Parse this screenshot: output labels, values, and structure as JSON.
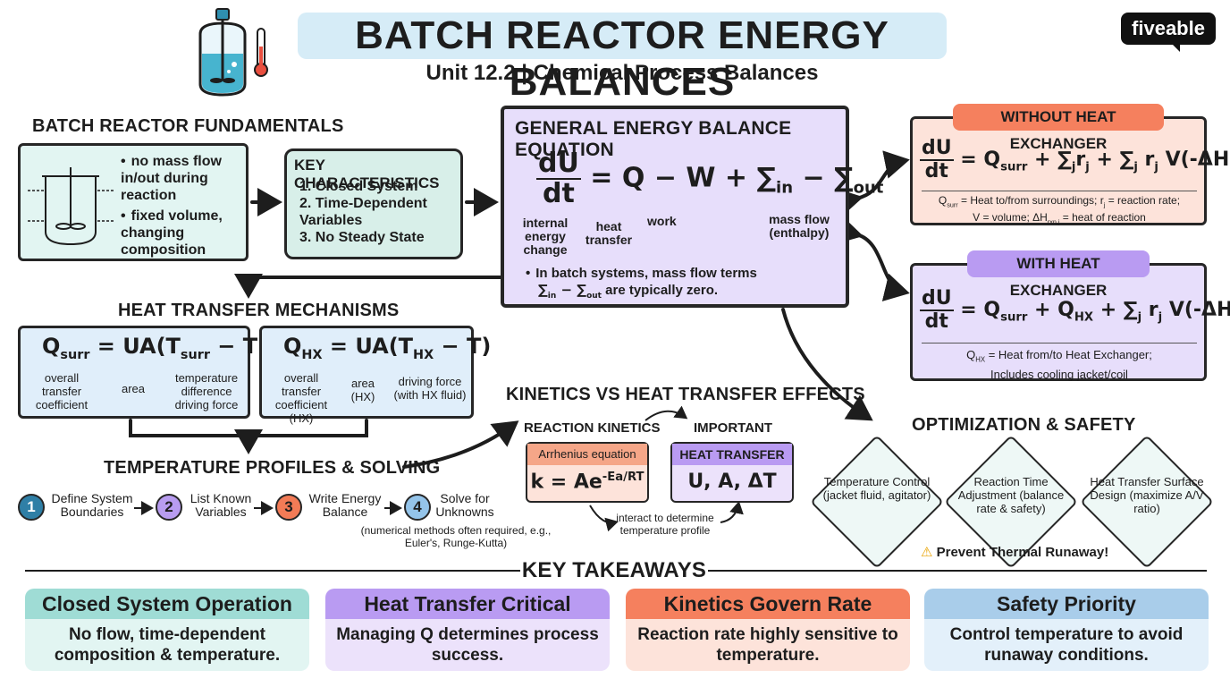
{
  "header": {
    "title": "BATCH REACTOR ENERGY BALANCES",
    "subtitle": "Unit 12.2 | Chemical Process Balances",
    "brand": "fiveable",
    "colors": {
      "title_band": "#d6ecf7",
      "brand_bg": "#111111"
    }
  },
  "fundamentals": {
    "heading": "BATCH REACTOR FUNDAMENTALS",
    "bullets": [
      "no mass flow in/out during reaction",
      "fixed volume, changing composition"
    ],
    "key_heading": "KEY CHARACTERISTICS",
    "key_items": [
      "1. Closed System",
      "2. Time-Dependent Variables",
      "3. No Steady State"
    ]
  },
  "general_eq": {
    "heading": "GENERAL ENERGY BALANCE EQUATION",
    "labels": {
      "internal": "internal energy change",
      "heat": "heat transfer",
      "work": "work",
      "mass": "mass flow (enthalpy)"
    },
    "note_line1": "In batch systems, mass flow terms",
    "note_line2": "are typically zero."
  },
  "without_hx": {
    "heading": "WITHOUT HEAT EXCHANGER",
    "note_line1": "= Heat to/from surroundings; r",
    "note_line1b": "= reaction rate;",
    "note_line2": "V = volume; ΔH",
    "note_line2b": "= heat of reaction"
  },
  "with_hx": {
    "heading": "WITH HEAT EXCHANGER",
    "note_line1": "= Heat from/to Heat Exchanger;",
    "note_line2": "Includes cooling jacket/coil"
  },
  "heat_transfer": {
    "heading": "HEAT TRANSFER MECHANISMS",
    "left_labels": {
      "coef": "overall transfer coefficient",
      "area": "area",
      "temp": "temperature difference driving force"
    },
    "right_labels": {
      "coef": "overall transfer coefficient (HX)",
      "area": "area (HX)",
      "temp": "driving force (with HX fluid)"
    }
  },
  "profiles": {
    "heading": "TEMPERATURE PROFILES & SOLVING",
    "steps": [
      {
        "num": "1",
        "label": "Define System Boundaries",
        "color": "#2f7fa6"
      },
      {
        "num": "2",
        "label": "List Known Variables",
        "color": "#b89cf0"
      },
      {
        "num": "3",
        "label": "Write Energy Balance",
        "color": "#f37b56"
      },
      {
        "num": "4",
        "label": "Solve for Unknowns",
        "color": "#94c4ea"
      }
    ],
    "note": "(numerical methods often required, e.g., Euler's, Runge-Kutta)"
  },
  "kinetics": {
    "heading": "KINETICS VS HEAT TRANSFER EFFECTS",
    "left_label": "REACTION KINETICS",
    "right_label": "IMPORTANT",
    "arrhenius_title": "Arrhenius equation",
    "heat_title": "HEAT TRANSFER",
    "heat_eq": "U, A, ΔT",
    "interact": "interact to determine temperature profile"
  },
  "optimization": {
    "heading": "OPTIMIZATION & SAFETY",
    "items": [
      "Temperature Control (jacket fluid, agitator)",
      "Reaction Time Adjustment (balance rate & safety)",
      "Heat Transfer Surface Design (maximize A/V ratio)"
    ],
    "warning": "Prevent Thermal Runaway!"
  },
  "takeaways": {
    "heading": "KEY TAKEAWAYS",
    "cards": [
      {
        "title": "Closed System Operation",
        "body": "No flow, time-dependent composition & temperature.",
        "head_color": "#9fdcd5",
        "body_color": "#e2f5f2"
      },
      {
        "title": "Heat Transfer Critical",
        "body": "Managing Q determines process success.",
        "head_color": "#b99bf2",
        "body_color": "#ece2fb"
      },
      {
        "title": "Kinetics Govern Rate",
        "body": "Reaction rate highly sensitive to temperature.",
        "head_color": "#f5805e",
        "body_color": "#fde3da"
      },
      {
        "title": "Safety Priority",
        "body": "Control temperature to avoid runaway conditions.",
        "head_color": "#a9cdea",
        "body_color": "#e3f0fa"
      }
    ]
  }
}
